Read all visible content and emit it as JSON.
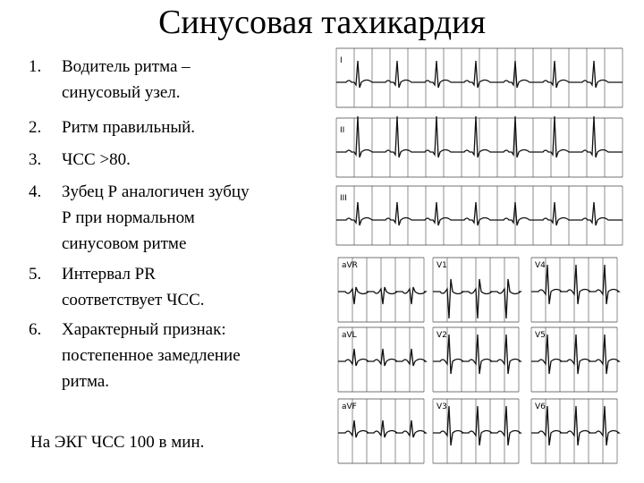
{
  "slide": {
    "title": "Синусовая тахикардия",
    "points": [
      {
        "num": "1.",
        "lines": [
          "Водитель ритма –",
          "синусовый узел."
        ]
      },
      {
        "num": "2.",
        "lines": [
          "Ритм правильный."
        ]
      },
      {
        "num": "3.",
        "lines": [
          "ЧСС >80."
        ]
      },
      {
        "num": "4.",
        "lines": [
          "Зубец Р аналогичен зубцу",
          "Р при нормальном",
          "синусовом ритме"
        ]
      },
      {
        "num": "5.",
        "lines": [
          "Интервал PR",
          "соответствует ЧСС."
        ]
      },
      {
        "num": "6.",
        "lines": [
          "Характерный признак:",
          "постепенное замедление",
          "ритма."
        ]
      }
    ],
    "footer": "На ЭКГ ЧСС 100 в мин."
  },
  "ecg": {
    "lead_labels": [
      "I",
      "II",
      "III",
      "aVR",
      "aVL",
      "aVF",
      "V1",
      "V2",
      "V3",
      "V4",
      "V5",
      "V6"
    ],
    "line_color": "#111111",
    "grid_color": "#444444"
  }
}
